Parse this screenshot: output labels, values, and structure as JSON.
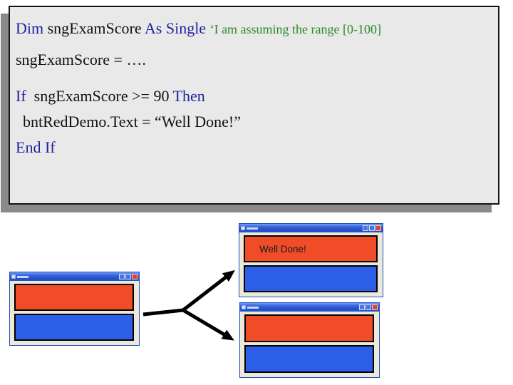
{
  "colors": {
    "keyword_blue": "#22229e",
    "comment_green": "#2a8a2a",
    "code_panel_bg": "#e9e9e9",
    "panel_shadow_gray": "#8a8a8a",
    "button_red": "#f04c28",
    "button_blue": "#2d5ee8",
    "titlebar_blue": "#2a5ad8",
    "window_face": "#ece9d8",
    "close_button_red": "#e0432c"
  },
  "code": {
    "line1": {
      "kw1": "Dim ",
      "id": "sngExamScore ",
      "kw2": "As Single ",
      "comment": "‘I am assuming the range [0-100]"
    },
    "line2": {
      "text": "sngExamScore = …."
    },
    "line3": {
      "kw1": "If  ",
      "expr": "sngExamScore >= 90 ",
      "kw2": "Then"
    },
    "line4": {
      "text": "bntRedDemo.Text = “Well Done!”"
    },
    "line5": {
      "kw": "End If"
    }
  },
  "windows": {
    "left": {
      "red_button_label": ""
    },
    "top_right": {
      "red_button_label": "Well Done!"
    },
    "bottom_right": {
      "red_button_label": ""
    }
  }
}
